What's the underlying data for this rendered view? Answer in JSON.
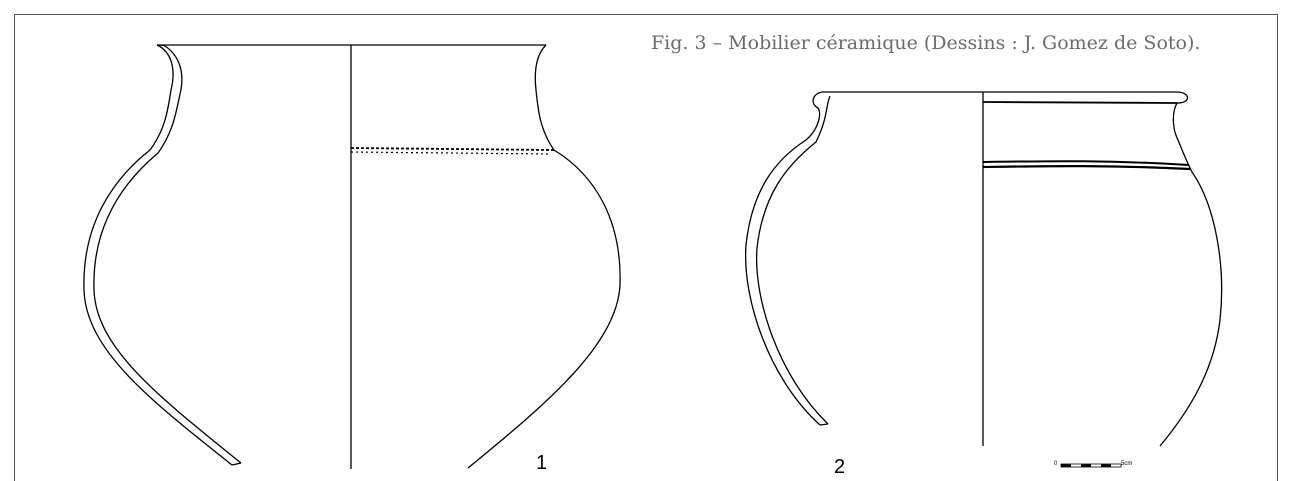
{
  "figure": {
    "caption": "Fig. 3 – Mobilier céramique (Dessins : J. Gomez de Soto).",
    "vessels": [
      {
        "label": "1"
      },
      {
        "label": "2"
      }
    ],
    "scale_bar": {
      "start_label": "0",
      "end_label": "5cm"
    }
  }
}
